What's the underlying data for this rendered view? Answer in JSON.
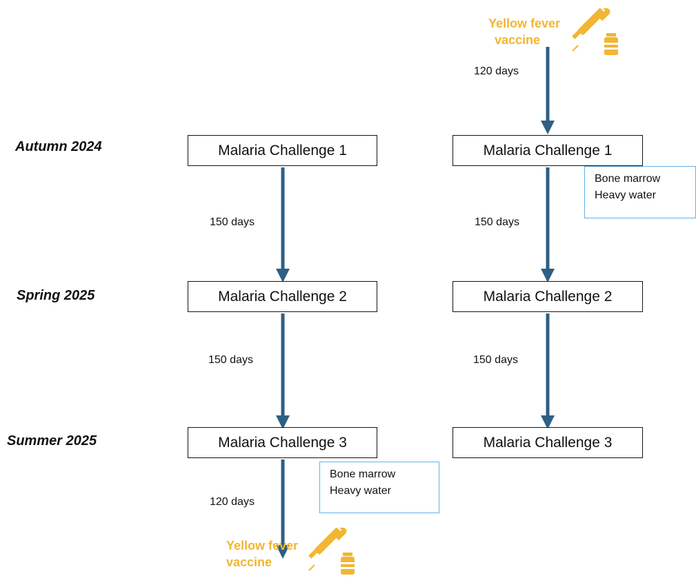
{
  "seasons": {
    "autumn": "Autumn 2024",
    "spring": "Spring 2025",
    "summer": "Summer 2025"
  },
  "left_column": {
    "challenge_1": "Malaria Challenge 1",
    "challenge_2": "Malaria Challenge 2",
    "challenge_3": "Malaria Challenge 3",
    "interval_1_2": "150 days",
    "interval_2_3": "150 days",
    "interval_3_vaccine": "120 days",
    "sample_note": {
      "line1": "Bone marrow",
      "line2": "Heavy water"
    },
    "vaccine": {
      "line1": "Yellow fever",
      "line2": "vaccine"
    }
  },
  "right_column": {
    "vaccine": {
      "line1": "Yellow fever",
      "line2": "vaccine"
    },
    "interval_vaccine_1": "120 days",
    "challenge_1": "Malaria Challenge 1",
    "challenge_2": "Malaria Challenge 2",
    "challenge_3": "Malaria Challenge 3",
    "interval_1_2": "150 days",
    "interval_2_3": "150 days",
    "sample_note": {
      "line1": "Bone marrow",
      "line2": "Heavy water"
    }
  },
  "colors": {
    "arrow": "#2e5f85",
    "box_border": "#111111",
    "note_border": "#5fb1e6",
    "vaccine": "#f2b632"
  },
  "icons": {
    "vaccine": "syringe-vial-icon"
  }
}
